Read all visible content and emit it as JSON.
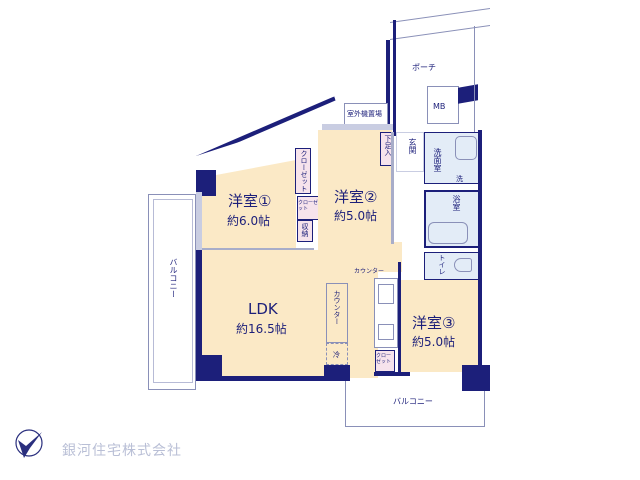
{
  "floorplan": {
    "rooms": {
      "western1": {
        "name": "洋室①",
        "size": "約6.0帖"
      },
      "western2": {
        "name": "洋室②",
        "size": "約5.0帖"
      },
      "western3": {
        "name": "洋室③",
        "size": "約5.0帖"
      },
      "ldk": {
        "name": "LDK",
        "size": "約16.5帖"
      }
    },
    "labels": {
      "porch": "ポーチ",
      "mb": "MB",
      "outdoor_unit": "室外機置場",
      "shoe_storage": "下足入",
      "entrance": "玄関",
      "washroom": "洗面室",
      "washer": "洗",
      "bathroom": "浴室",
      "toilet": "トイレ",
      "closet": "クローゼット",
      "storage": "収納",
      "counter_top": "カウンター",
      "counter_ldk": "カウンター",
      "fridge": "冷",
      "balcony_left": "バルコニー",
      "balcony_bottom": "バルコニー"
    },
    "colors": {
      "wall": "#1c1f7a",
      "room": "#fbe9c6",
      "wet_area": "#e3ecf7",
      "closet": "#f6e3ec"
    }
  },
  "company": {
    "name": "銀河住宅株式会社",
    "logo_icon": "bird-globe-icon"
  }
}
